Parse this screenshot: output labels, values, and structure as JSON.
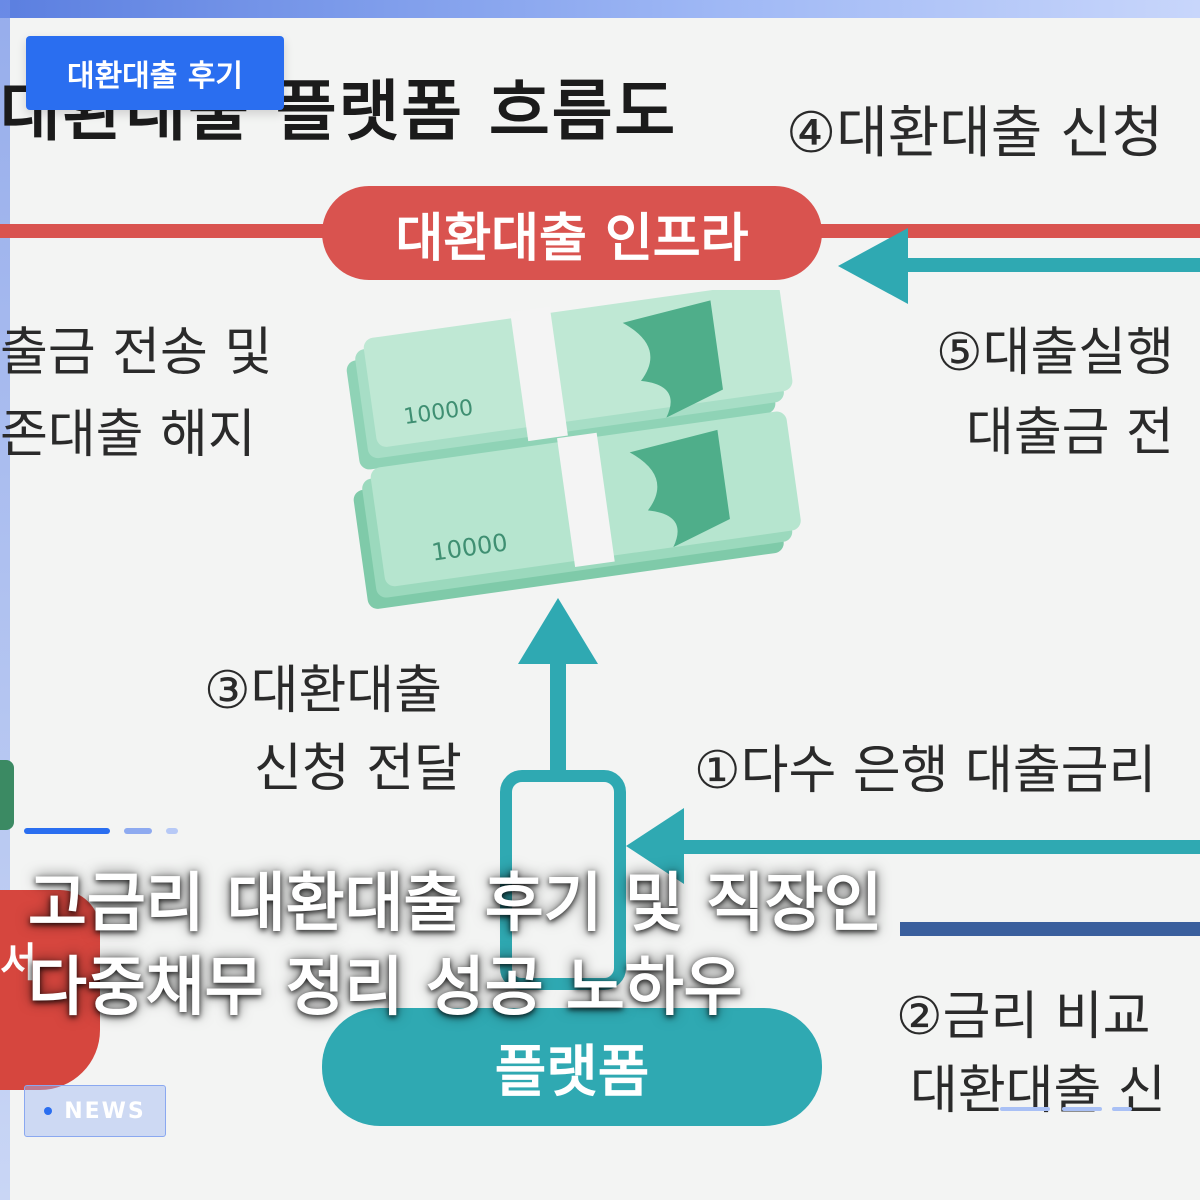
{
  "tag": {
    "label": "대환대출 후기"
  },
  "background_image": {
    "title": "대환대출 플랫폼 흐름도",
    "infra_label": "대환대출 인프라",
    "platform_label": "플랫폼",
    "step4": "④대환대출 신청",
    "step5_line1": "⑤대출실행",
    "step5_line2": "대출금 전",
    "left_line1": "출금 전송 및",
    "left_line2": "존대출 해지",
    "step3_line1": "③대환대출",
    "step3_line2": "신청 전달",
    "step1": "①다수 은행 대출금리",
    "step2_line1": "②금리 비교",
    "step2_line2": "대환대출 신",
    "money_text": "10000",
    "left_partial": "서"
  },
  "headline": {
    "line1": "고금리 대환대출 후기 및 직장인",
    "line2": "다중채무 정리 성공 노하우"
  },
  "badge": {
    "label": "NEWS"
  },
  "colors": {
    "accent": "#2a6ef0",
    "infra_red": "#d9534f",
    "platform_teal": "#2fa9b2",
    "navy": "#3a5f9d",
    "money_green": "#6fc2a0"
  }
}
